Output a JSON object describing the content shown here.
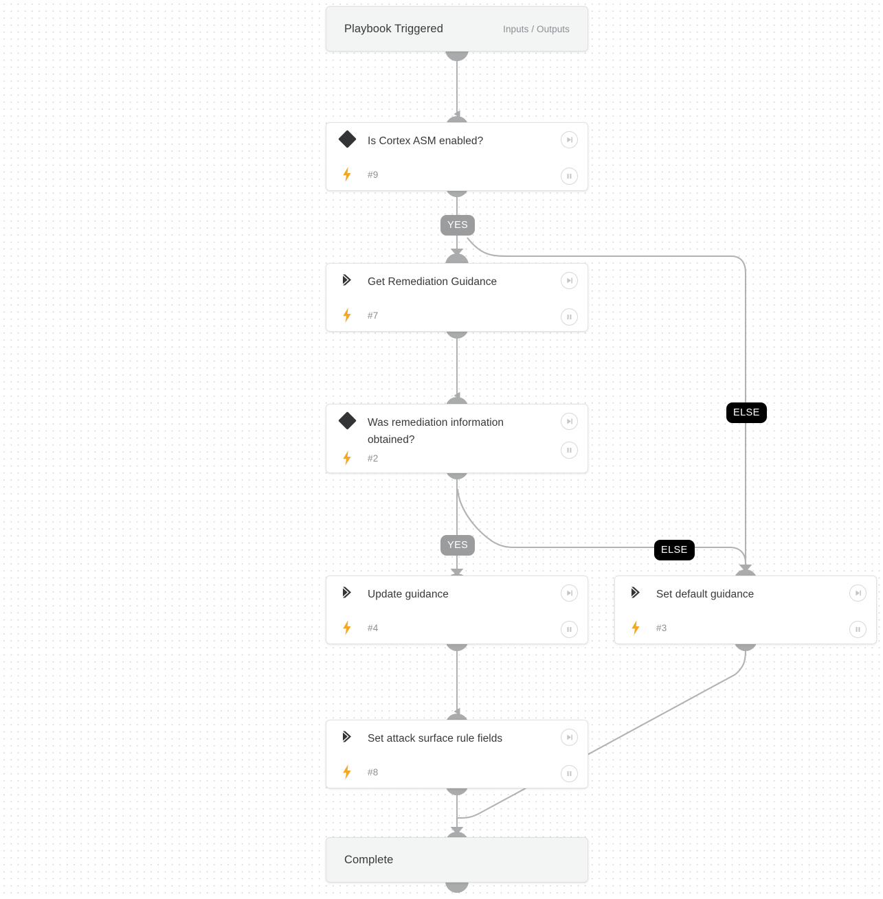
{
  "canvas": {
    "background_color": "#ffffff",
    "dot_grid_color": "#d0d0d4"
  },
  "theme": {
    "node_background": "#ffffff",
    "terminal_background": "#f3f5f4",
    "border_color": "#e3e3e3",
    "title_color": "#37383a",
    "muted_color": "#8b8e92",
    "bolt_color": "#f5a623",
    "diamond_color": "#333436",
    "port_color": "#a9abac",
    "wire_color": "#b0b2b3",
    "badge_yes_color": "#9b9c9e",
    "badge_else_color": "#000000"
  },
  "nodes": {
    "start": {
      "title": "Playbook Triggered",
      "meta": "Inputs / Outputs",
      "type": "terminal"
    },
    "cond_asm": {
      "title": "Is Cortex ASM enabled?",
      "id": "#9",
      "type": "condition",
      "glyph": "diamond-icon",
      "bolt": "lightning-bolt-icon",
      "skip": "skip-forward-icon",
      "pause": "pause-icon"
    },
    "get_guidance": {
      "title": "Get Remediation Guidance",
      "id": "#7",
      "type": "task",
      "glyph": "chevron-right-icon",
      "bolt": "lightning-bolt-icon",
      "skip": "skip-forward-icon",
      "pause": "pause-icon"
    },
    "cond_obtained": {
      "title": "Was remediation information obtained?",
      "id": "#2",
      "type": "condition",
      "glyph": "diamond-icon",
      "bolt": "lightning-bolt-icon",
      "skip": "skip-forward-icon",
      "pause": "pause-icon"
    },
    "update_guidance": {
      "title": "Update guidance",
      "id": "#4",
      "type": "task",
      "glyph": "chevron-right-icon",
      "bolt": "lightning-bolt-icon",
      "skip": "skip-forward-icon",
      "pause": "pause-icon"
    },
    "default_guidance": {
      "title": "Set default guidance",
      "id": "#3",
      "type": "task",
      "glyph": "chevron-right-icon",
      "bolt": "lightning-bolt-icon",
      "skip": "skip-forward-icon",
      "pause": "pause-icon"
    },
    "attack_surface": {
      "title": "Set attack surface rule fields",
      "id": "#8",
      "type": "task",
      "glyph": "chevron-right-icon",
      "bolt": "lightning-bolt-icon",
      "skip": "skip-forward-icon",
      "pause": "pause-icon"
    },
    "complete": {
      "title": "Complete",
      "type": "terminal"
    }
  },
  "branch_labels": {
    "asm_yes": "YES",
    "asm_else": "ELSE",
    "obtained_yes": "YES",
    "obtained_else": "ELSE"
  }
}
